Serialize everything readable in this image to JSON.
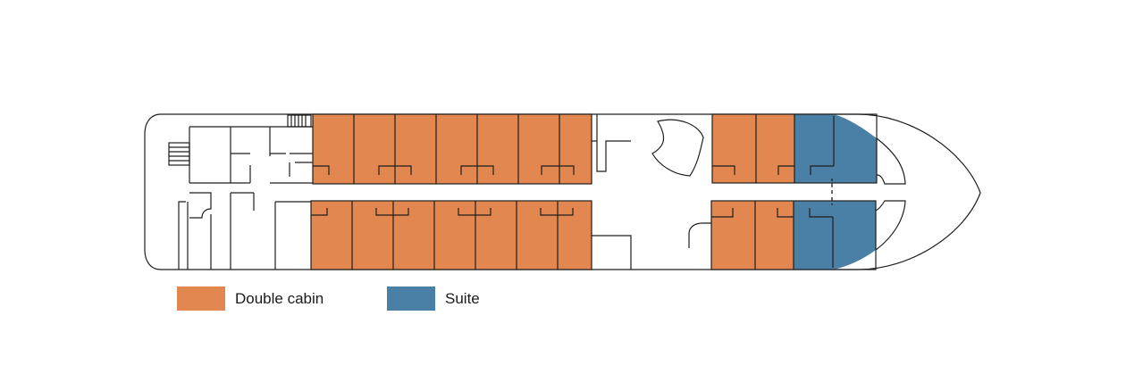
{
  "colors": {
    "double_cabin": "#E2874F",
    "suite": "#4A7FA6",
    "outline": "#1e1e1e",
    "background": "#ffffff"
  },
  "legend": [
    {
      "label": "Double cabin",
      "color_key": "double_cabin"
    },
    {
      "label": "Suite",
      "color_key": "suite"
    }
  ]
}
